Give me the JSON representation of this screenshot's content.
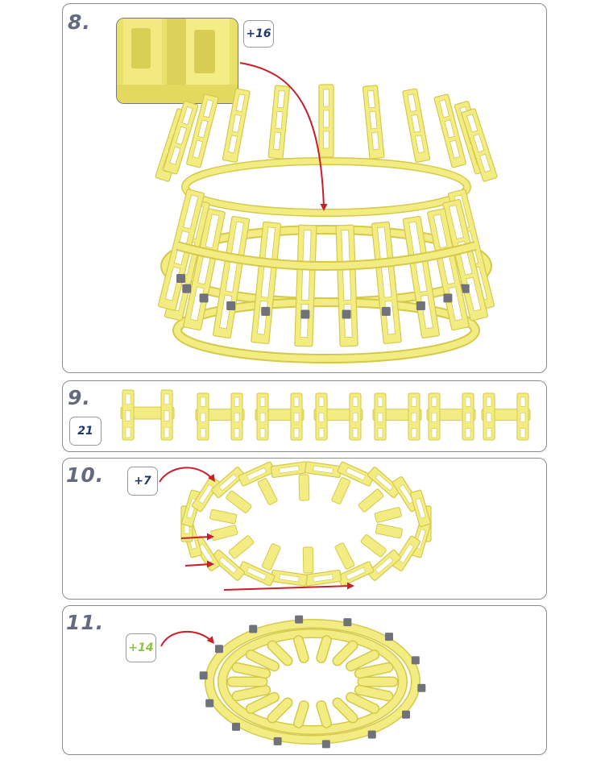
{
  "steps": [
    {
      "number": "8.",
      "badge": "+16"
    },
    {
      "number": "9.",
      "badge": "21"
    },
    {
      "number": "10.",
      "badge": "+7"
    },
    {
      "number": "11.",
      "badge": "+14"
    }
  ],
  "colors": {
    "piece_yellow": "#f3ec82",
    "piece_shadow": "#d4c94a",
    "arrow_red": "#c8202a",
    "badge_blue": "#1f3a6e",
    "badge_green": "#8cc43c",
    "step_number": "#666a80",
    "connector_gray": "#6f7278"
  },
  "icons": [
    "red-arrow-icon",
    "yellow-frame-piece-icon",
    "gray-connector-icon"
  ]
}
